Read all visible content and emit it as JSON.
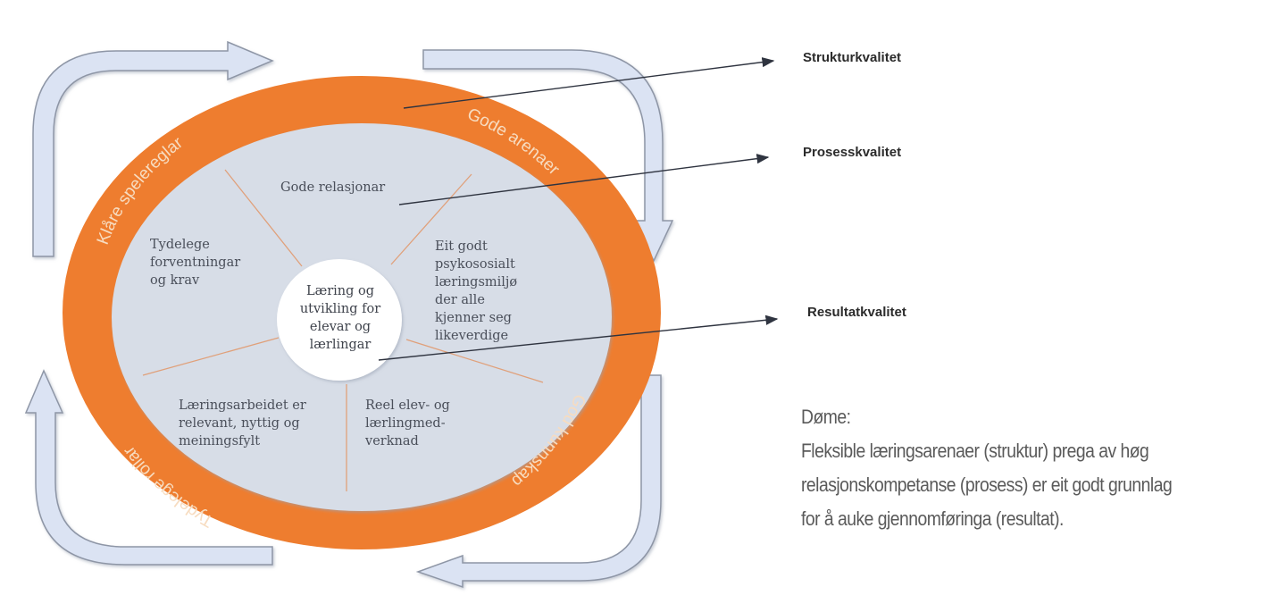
{
  "colors": {
    "ring": "#ee7d2f",
    "inner": "#d7dde7",
    "center": "#ffffff",
    "cycle_arrow_fill": "#dbe3f3",
    "cycle_arrow_stroke": "#8e96a6",
    "divider": "#e0a07a",
    "pointer_line": "#2f3440"
  },
  "ring_labels": {
    "top_left": "Klåre spelereglar",
    "top_right": "Gode arenaer",
    "bottom_right": "God kunnskap",
    "bottom_left": "Tydelege rollar"
  },
  "segments": {
    "top": [
      "Gode relasjonar"
    ],
    "left": [
      "Tydelege",
      "forventningar",
      "og krav"
    ],
    "right": [
      "Eit godt",
      "psykososialt",
      "læringsmiljø",
      "der alle",
      "kjenner seg",
      "likeverdige"
    ],
    "bottom_left": [
      "Læringsarbeidet er",
      "relevant, nyttig og",
      "meiningsfylt"
    ],
    "bottom_right": [
      "Reel elev- og",
      "lærlingmed-",
      "verknad"
    ]
  },
  "center": {
    "lines": [
      "Læring og",
      "utvikling for",
      "elevar og",
      "lærlingar"
    ]
  },
  "quality_labels": {
    "structure": "Strukturkvalitet",
    "process": "Prosesskvalitet",
    "result": "Resultatkvalitet"
  },
  "example": {
    "heading": "Døme:",
    "lines": [
      "Fleksible læringsarenaer (struktur) prega av høg",
      "relasjonskompetanse (prosess) er eit godt grunnlag",
      "for å auke gjennomføringa (resultat)."
    ]
  }
}
